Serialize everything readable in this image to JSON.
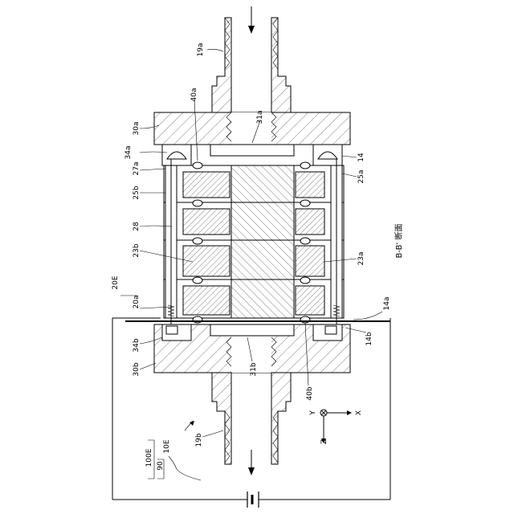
{
  "section_title": "B-B' 断面",
  "axes": {
    "y": "Y",
    "x": "X",
    "z": "Z"
  },
  "labels": {
    "l19a": "19a",
    "l40a": "40a",
    "l31a": "31a",
    "l30a": "30a",
    "l34a": "34a",
    "l27a": "27a",
    "l25b": "25b",
    "l28": "28",
    "l23b": "23b",
    "l20E": "20E",
    "l20a": "20a",
    "l34b": "34b",
    "l30b": "30b",
    "l31b": "31b",
    "l40b": "40b",
    "l19b": "19b",
    "l14": "14",
    "l25a": "25a",
    "l23a": "23a",
    "l14a": "14a",
    "l14b": "14b",
    "l100E": "100E",
    "l90": "90",
    "l10E": "10E"
  }
}
